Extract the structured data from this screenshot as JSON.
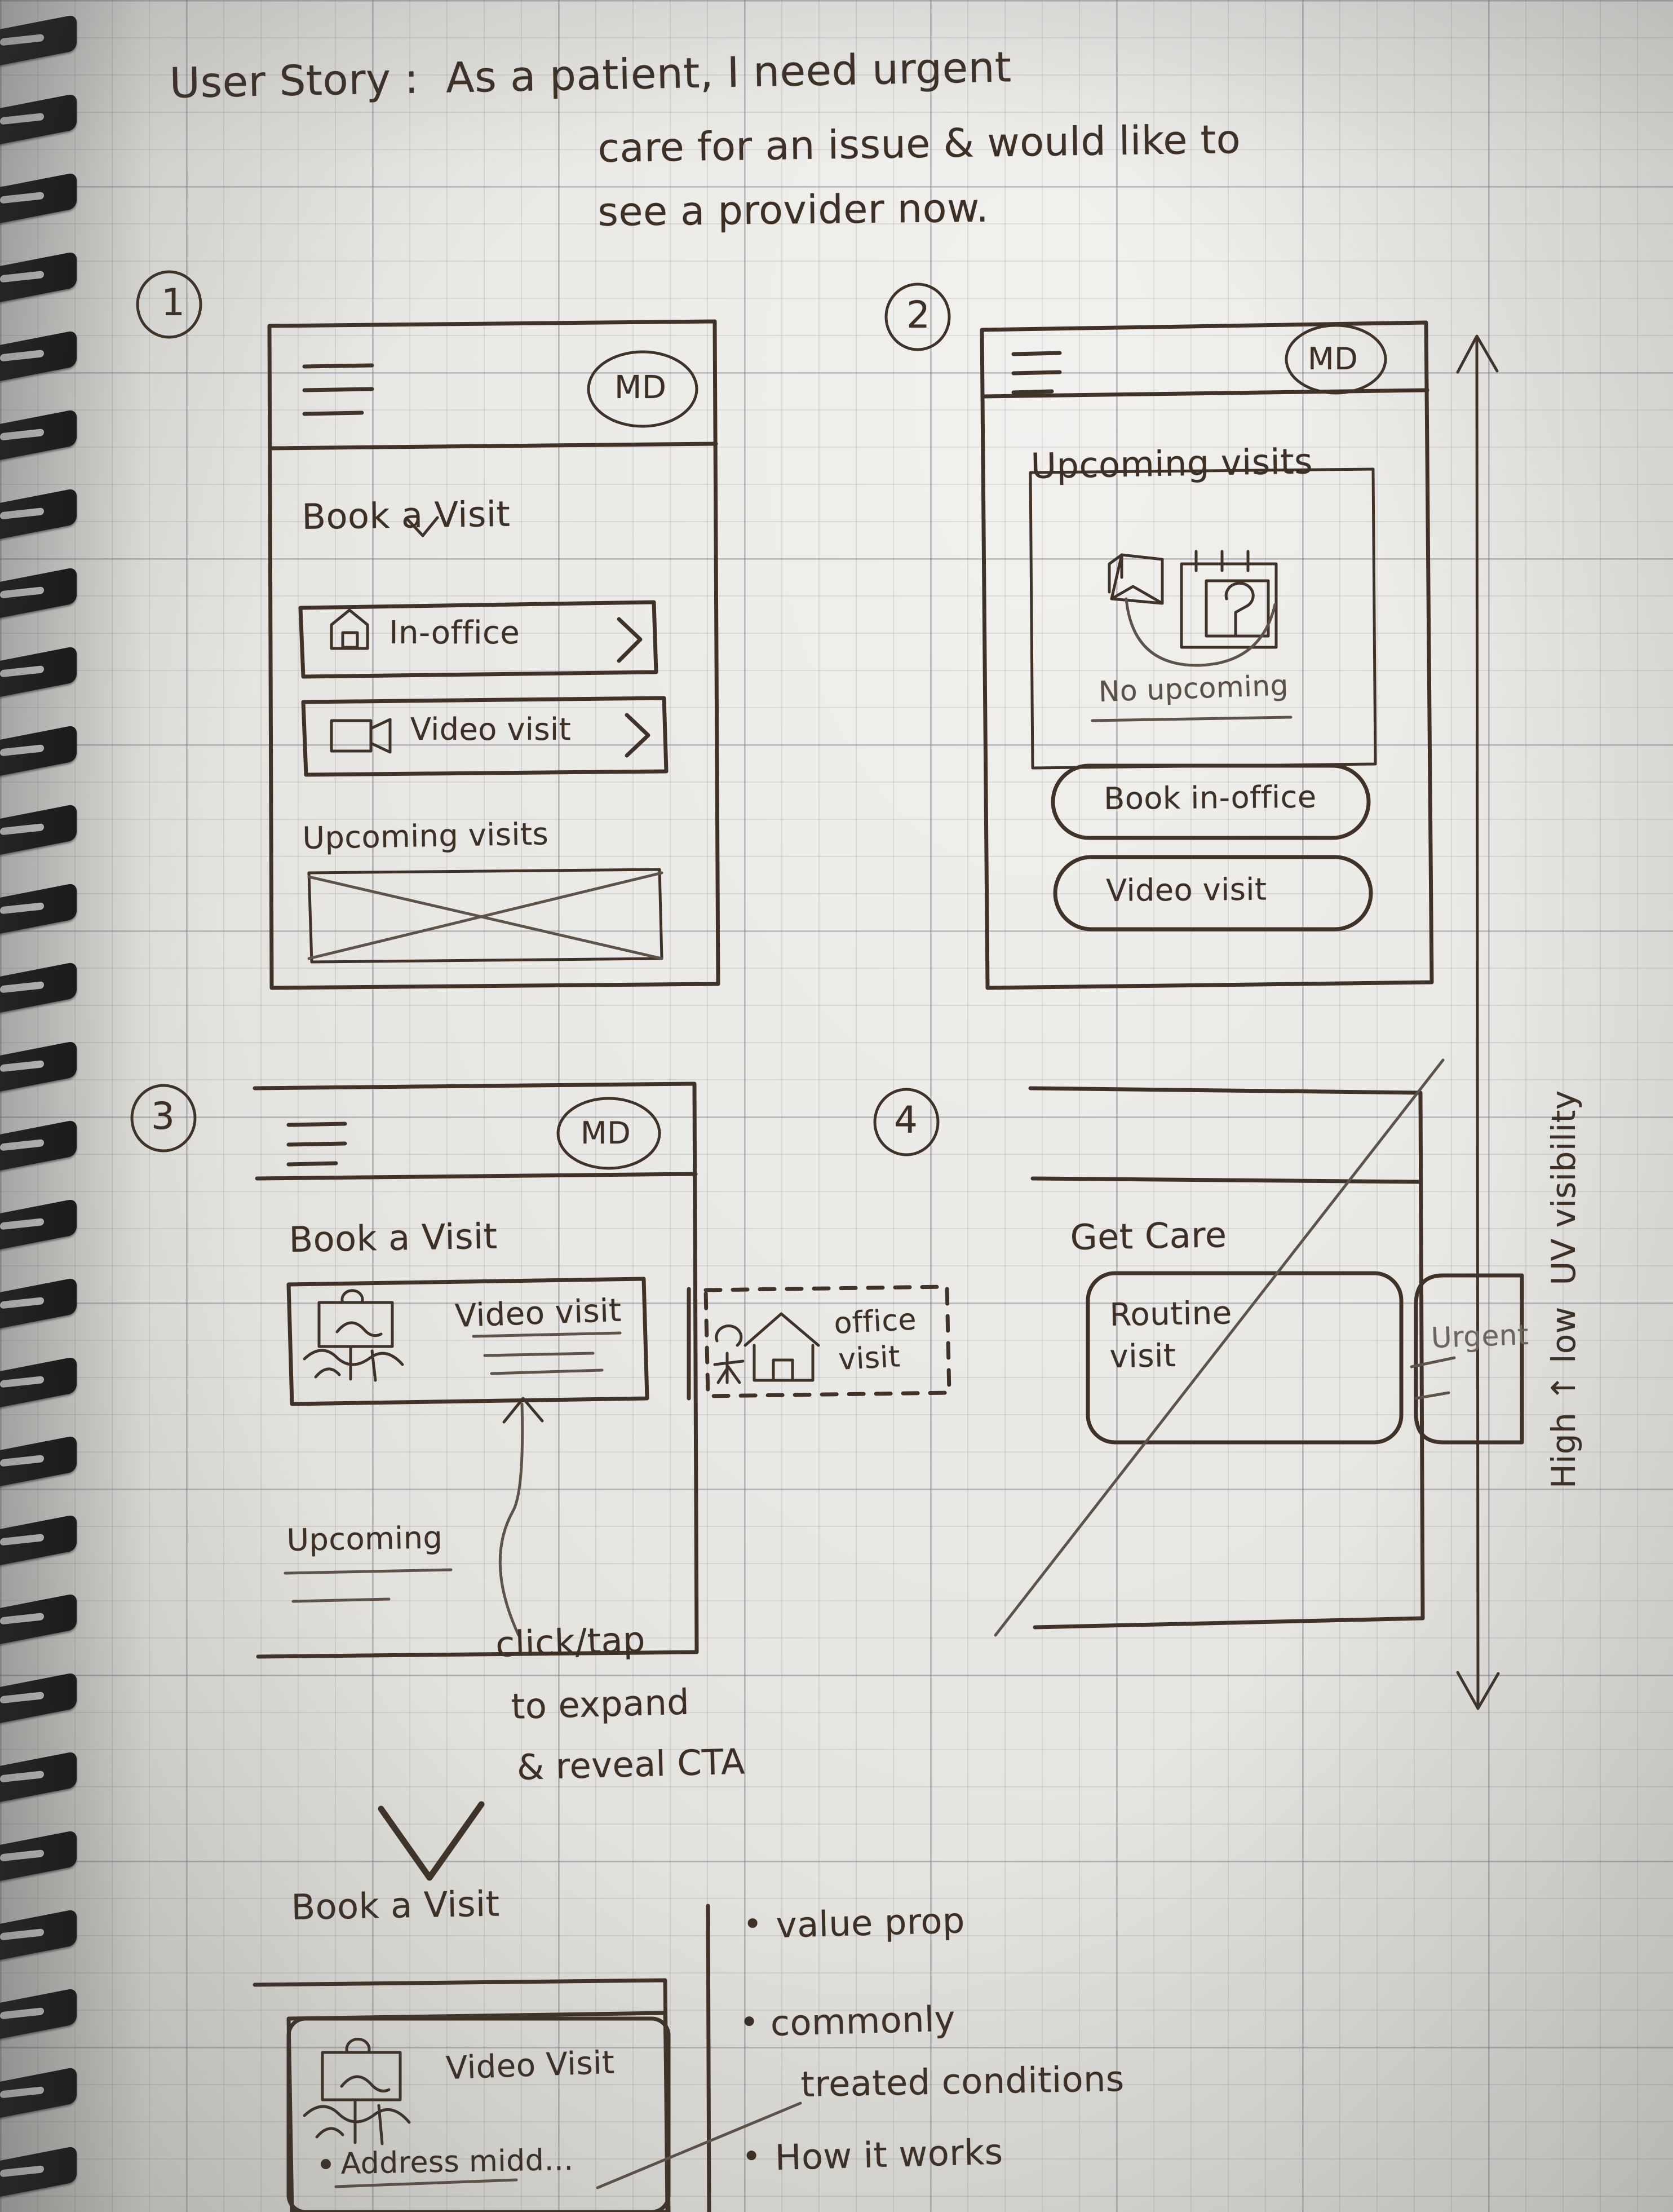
{
  "header": {
    "line1": "User Story :  As a patient, I need urgent",
    "line2": "care for an issue & would like to",
    "line3": "see a provider now."
  },
  "axis": {
    "label": "High ↑ low  UV visibility",
    "arrow_top": "up-arrow",
    "arrow_bottom": "down-arrow"
  },
  "panels": [
    {
      "number": "1",
      "avatar": "MD",
      "menu_icon": "hamburger-menu-icon",
      "heading": "Book a Visit",
      "heading_caret_insert": "a",
      "rows": [
        {
          "icon": "home-icon",
          "label": "In-office",
          "chevron": "›"
        },
        {
          "icon": "video-icon",
          "label": "Video visit",
          "chevron": "›"
        }
      ],
      "section_label": "Upcoming visits",
      "placeholder_state": "crossed-out-box"
    },
    {
      "number": "2",
      "avatar": "MD",
      "menu_icon": "hamburger-menu-icon",
      "heading": "Upcoming visits",
      "empty_state": {
        "illustration": "envelope-calendar-icon",
        "text": "No upcoming"
      },
      "buttons": [
        {
          "label": "Book in-office"
        },
        {
          "label": "Video visit"
        }
      ]
    },
    {
      "number": "3",
      "avatar": "MD",
      "menu_icon": "hamburger-menu-icon",
      "heading": "Book a Visit",
      "card": {
        "illustration": "video-call-person-icon",
        "title": "Video visit",
        "body_lines": 3
      },
      "peek_card": {
        "illustration": "clinic-house-icon",
        "title_line1": "office",
        "title_line2": "visit",
        "border": "dashed"
      },
      "section_label": "Upcoming"
    },
    {
      "number": "4",
      "heading": "Get Care",
      "struck_through": true,
      "cards": [
        {
          "title_line1": "Routine",
          "title_line2": "visit"
        },
        {
          "title_line1": "Urgent",
          "title_line2": ""
        }
      ]
    }
  ],
  "annotation": {
    "line1": "click/tap",
    "line2": "to expand",
    "line3": "& reveal CTA",
    "arrow": "curved-arrow-up",
    "chevron": "chevron-down-icon"
  },
  "bottom_panel": {
    "heading": "Book a Visit",
    "card": {
      "illustration": "video-call-person-icon",
      "title": "Video Visit"
    },
    "bullet": "Address midd…"
  },
  "bottom_notes": [
    {
      "bullet": "•",
      "text": "value prop"
    },
    {
      "bullet": "•",
      "text": "commonly"
    },
    {
      "bullet": "",
      "text": "treated conditions"
    },
    {
      "bullet": "•",
      "text": "How it works"
    }
  ],
  "colors": {
    "paper": "#e9e8e4",
    "ink": "#3c3026",
    "ink_light": "#5e534a",
    "binding": "#121110"
  }
}
